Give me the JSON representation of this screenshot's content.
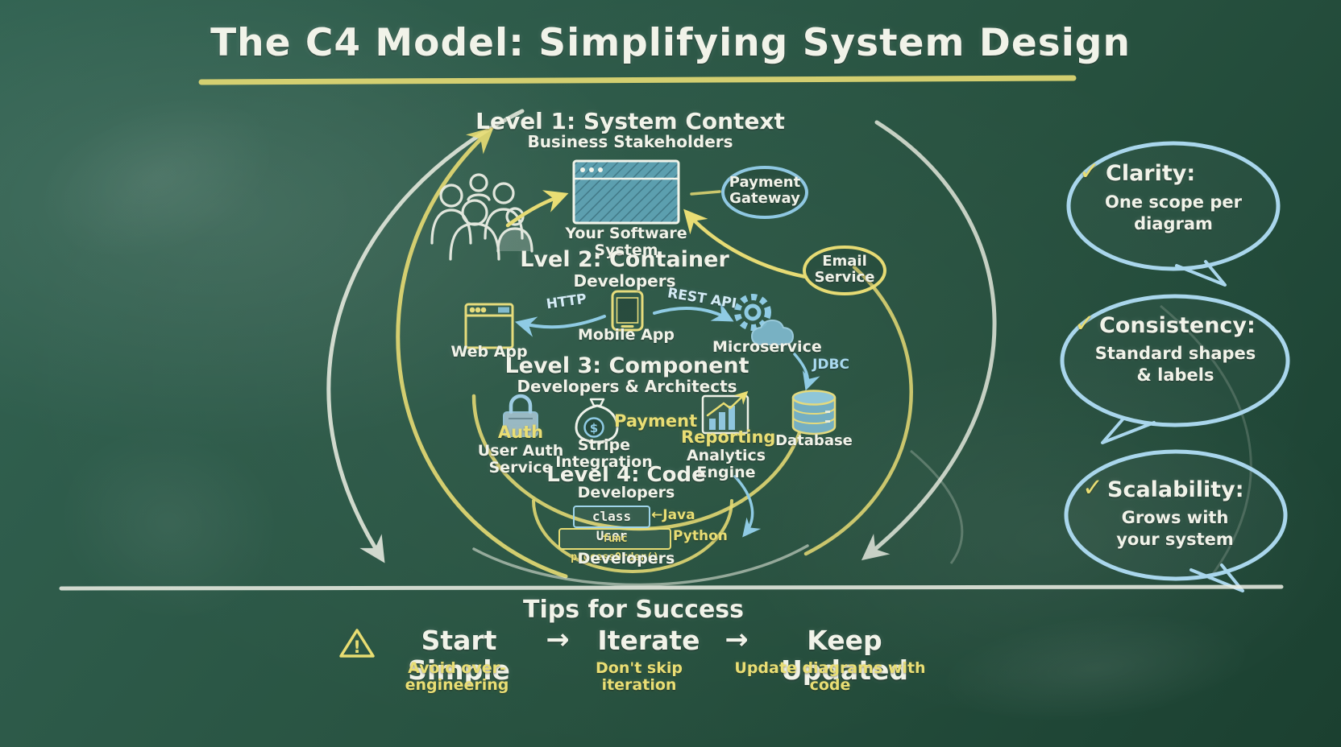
{
  "title": "The C4 Model: Simplifying System Design",
  "glyphs": {
    "check": "✓",
    "flow_arrow": "→",
    "warning_mark": "!",
    "dollar": "$"
  },
  "level1": {
    "heading": "Level 1: System Context",
    "audience": "Business Stakeholders",
    "system_label": "Your Software System",
    "externals": [
      {
        "label": "Payment\nGateway"
      },
      {
        "label": "Email\nService"
      }
    ]
  },
  "level2": {
    "heading": "Lvel 2: Container",
    "audience": "Developers",
    "web_app": "Web App",
    "mobile_app": "Mobile App",
    "microservice": "Microservice",
    "edge_http": "HTTP",
    "edge_rest": "REST API",
    "edge_jdbc": "JDBC",
    "database": "Database"
  },
  "level3": {
    "heading": "Level 3: Component",
    "audience": "Developers & Architects",
    "components": [
      {
        "tag": "Auth",
        "label": "User Auth\nService"
      },
      {
        "tag": "Payment",
        "label": "Stripe Integration"
      },
      {
        "tag": "Reporting",
        "label": "Analytics\nEngine"
      }
    ]
  },
  "level4": {
    "heading": "Level 4: Code",
    "audience": "Developers",
    "code_java": "class User",
    "java_label": "←Java",
    "code_python": "func processOrder()",
    "python_label": "Python",
    "footer": "Developers"
  },
  "benefits": [
    {
      "title": "Clarity:",
      "desc": "One scope per\ndiagram"
    },
    {
      "title": "Consistency:",
      "desc": "Standard shapes\n& labels"
    },
    {
      "title": "Scalability:",
      "desc": "Grows with\nyour system"
    }
  ],
  "tips": {
    "heading": "Tips for Success",
    "steps": [
      {
        "label": "Start Simple",
        "sub": "Avoid over-engineering"
      },
      {
        "label": "Iterate",
        "sub": "Don't skip iteration"
      },
      {
        "label": "Keep Updated",
        "sub": "Update diagrams with code"
      }
    ]
  },
  "colors": {
    "board_green": "#2d5a49",
    "chalk_white": "#f1f3e9",
    "chalk_yellow": "#e9de74",
    "chalk_blue": "#8fcbe4",
    "teal_fill": "#62a6ba"
  }
}
